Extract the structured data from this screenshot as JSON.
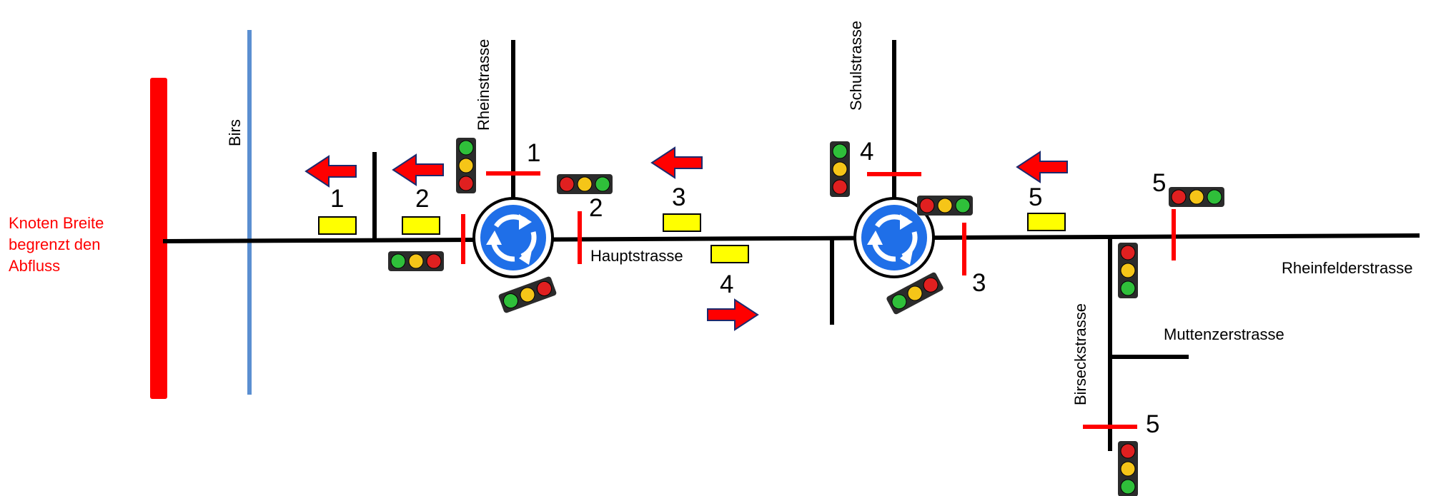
{
  "note": [
    "Knoten Breite",
    "begrenzt den",
    "Abfluss"
  ],
  "streets": {
    "birs": "Birs",
    "rheinstrasse": "Rheinstrasse",
    "schulstrasse": "Schulstrasse",
    "hauptstrasse": "Hauptstrasse",
    "rheinfelderstrasse": "Rheinfelderstrasse",
    "birseckstrasse": "Birseckstrasse",
    "muttenzerstrasse": "Muttenzerstrasse"
  },
  "phase_numbers": {
    "p1_left": "1",
    "p2_left": "2",
    "p1_rhein": "1",
    "p2_round1": "2",
    "p3_mid": "3",
    "p4_mid": "4",
    "p4_schul": "4",
    "p3_round2": "3",
    "p5_mid": "5",
    "p5_right": "5",
    "p5_birseck": "5"
  },
  "colors": {
    "road": "#000000",
    "river": "#5b8fd1",
    "stopline": "#ff0000",
    "arrow": "#ff0000",
    "detector": "#ffff00",
    "roundabout": "#1f6fe8",
    "signal_red": "#e02020",
    "signal_yellow": "#f5c518",
    "signal_green": "#2fbf3a"
  }
}
